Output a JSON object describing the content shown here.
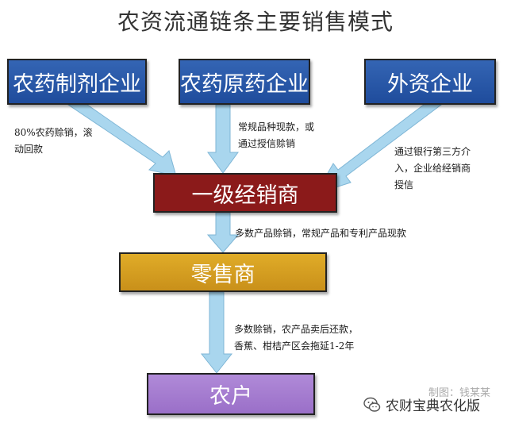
{
  "title": "农资流通链条主要销售模式",
  "nodes": {
    "formulation": "农药制剂企业",
    "technical": "农药原药企业",
    "foreign": "外资企业",
    "distributor": "一级经销商",
    "retailer": "零售商",
    "farmer": "农户"
  },
  "notes": {
    "n1": [
      "80%农药赊销，滚",
      "动回款"
    ],
    "n2": [
      "常规品种现款，或",
      "通过授信赊销"
    ],
    "n3": [
      "通过银行第三方介",
      "入，企业给经销商",
      "授信"
    ],
    "n4": [
      "多数产品赊销，常规产品和专利产品现款"
    ],
    "n5": [
      "多数赊销，农产品卖后还款，",
      "香蕉、柑桔产区会拖延1-2年"
    ]
  },
  "credit_faint": "制图：钱某某",
  "watermark": "农财宝典农化版",
  "colors": {
    "arrow": "#a9d6ee",
    "blue_box": "#2858a8",
    "distributor": "#8b1a1a",
    "retailer": "#d9a020",
    "farmer": "#a57cd0"
  }
}
